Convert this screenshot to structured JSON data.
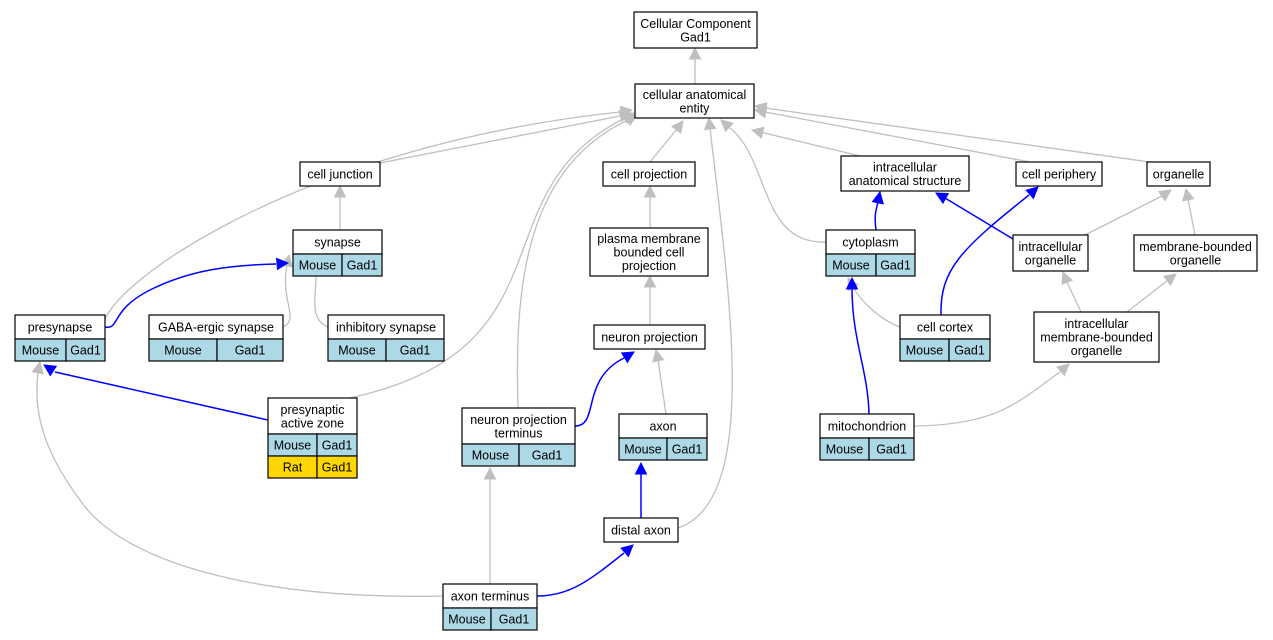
{
  "graph": {
    "colors": {
      "annotation_mouse": "#add8e6",
      "annotation_rat": "#ffd700",
      "edge_part_of": "#0000ff",
      "edge_is_a": "#bfbfbf"
    },
    "nodes": {
      "root": [
        "Cellular Component",
        "Gad1"
      ],
      "cae": [
        "cellular anatomical",
        "entity"
      ],
      "cell_junction": [
        "cell junction"
      ],
      "cell_projection": [
        "cell projection"
      ],
      "ias": [
        "intracellular",
        "anatomical structure"
      ],
      "cell_periphery": [
        "cell periphery"
      ],
      "organelle": [
        "organelle"
      ],
      "synapse": [
        "synapse"
      ],
      "pmbcp": [
        "plasma membrane",
        "bounded cell",
        "projection"
      ],
      "cytoplasm": [
        "cytoplasm"
      ],
      "intra_organelle": [
        "intracellular",
        "organelle"
      ],
      "mb_organelle": [
        "membrane-bounded",
        "organelle"
      ],
      "presynapse": [
        "presynapse"
      ],
      "gaba_synapse": [
        "GABA-ergic synapse"
      ],
      "inhib_synapse": [
        "inhibitory synapse"
      ],
      "neuron_projection": [
        "neuron projection"
      ],
      "cell_cortex": [
        "cell cortex"
      ],
      "imbo": [
        "intracellular",
        "membrane-bounded",
        "organelle"
      ],
      "paz": [
        "presynaptic",
        "active zone"
      ],
      "npt": [
        "neuron projection",
        "terminus"
      ],
      "axon": [
        "axon"
      ],
      "mitochondrion": [
        "mitochondrion"
      ],
      "distal_axon": [
        "distal axon"
      ],
      "axon_terminus": [
        "axon terminus"
      ]
    },
    "annotations": {
      "mouse": "Mouse",
      "rat": "Rat",
      "gene": "Gad1"
    }
  }
}
